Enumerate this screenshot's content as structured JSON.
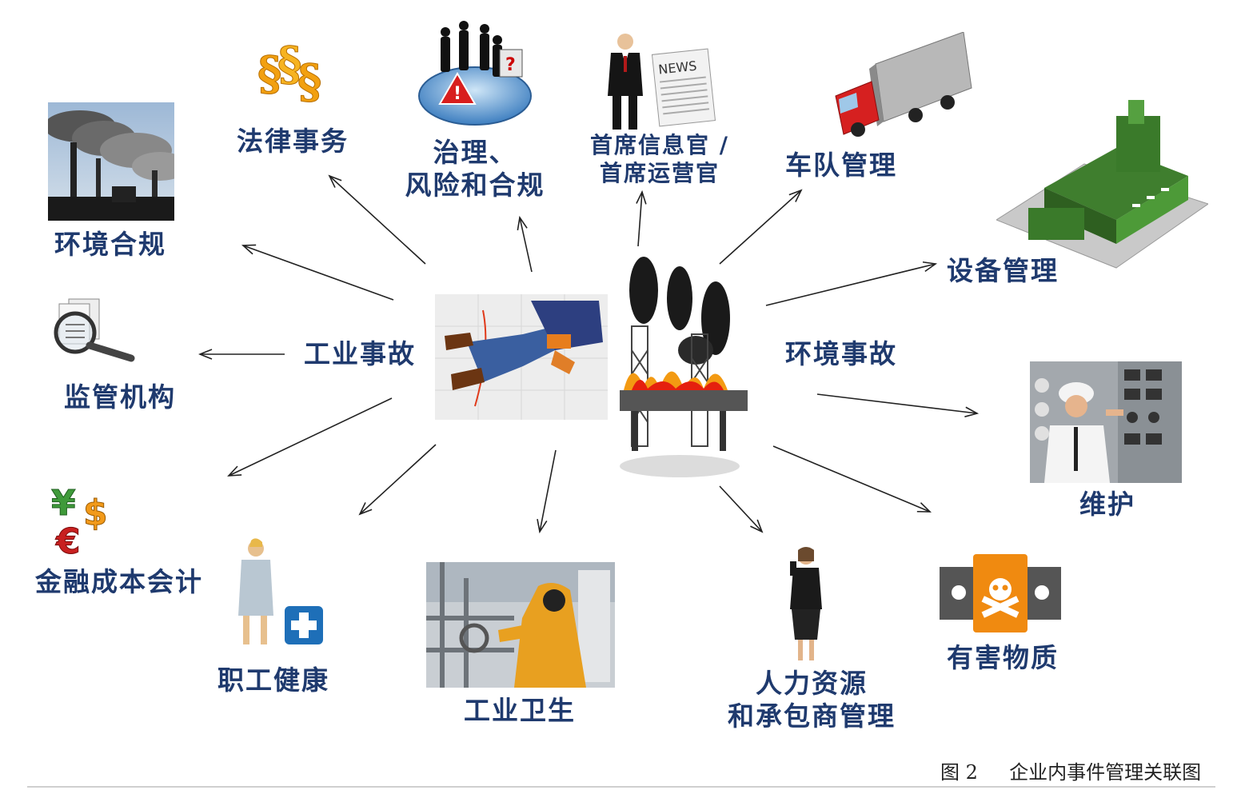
{
  "colors": {
    "label": "#1f3a6e",
    "arrow": "#222222"
  },
  "hub_left": {
    "label": "工业事故",
    "icon": "fallen-worker-photo"
  },
  "hub_right": {
    "label": "环境事故",
    "icon": "burning-oil-rig"
  },
  "nodes": {
    "legal": {
      "label": "法律事务",
      "icon": "section-sign-icon"
    },
    "governance": {
      "line1": "治理、",
      "line2": "风险和合规",
      "icon": "business-people-warning-icon"
    },
    "executive": {
      "line1": "首席信息官 /",
      "line2": "首席运营官",
      "icon": "executive-newspaper-icon"
    },
    "fleet": {
      "label": "车队管理",
      "icon": "truck-icon"
    },
    "equipment": {
      "label": "设备管理",
      "icon": "factory-building-icon"
    },
    "env_compliance": {
      "label": "环境合规",
      "icon": "smokestack-photo"
    },
    "regulator": {
      "label": "监管机构",
      "icon": "magnifier-documents-icon"
    },
    "maintenance": {
      "label": "维护",
      "icon": "control-panel-technician-photo"
    },
    "finance": {
      "label": "金融成本会计",
      "icon": "currency-icon"
    },
    "health": {
      "label": "职工健康",
      "icon": "nurse-medical-cross-icon"
    },
    "hygiene": {
      "label": "工业卫生",
      "icon": "protective-suit-worker-photo"
    },
    "hr": {
      "line1": "人力资源",
      "line2": "和承包商管理",
      "icon": "businesswoman-phone-icon"
    },
    "hazmat": {
      "label": "有害物质",
      "icon": "toxic-barrel-icon"
    }
  },
  "currency": {
    "yen": "¥",
    "dollar": "$",
    "euro": "€"
  },
  "news_label": "NEWS",
  "caption": {
    "number": "图 2",
    "title": "企业内事件管理关联图"
  }
}
